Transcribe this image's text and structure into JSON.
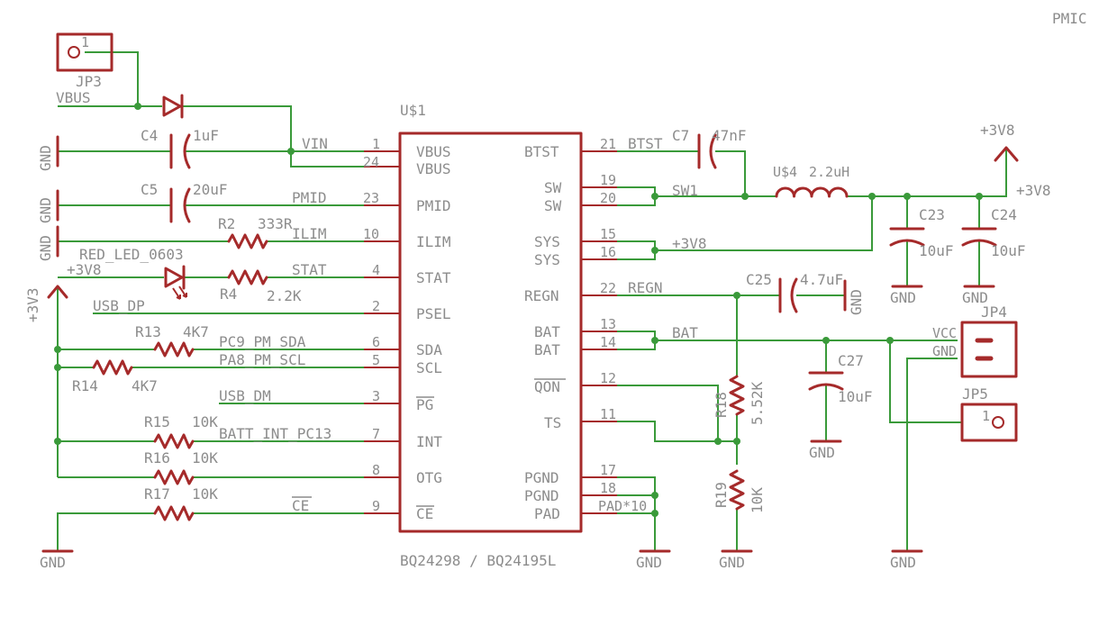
{
  "sheet_title": "PMIC",
  "ic": {
    "ref": "U$1",
    "part": "BQ24298 / BQ24195L",
    "left_pins": [
      {
        "num": "1",
        "name": "VBUS"
      },
      {
        "num": "24",
        "name": "VBUS"
      },
      {
        "num": "23",
        "name": "PMID"
      },
      {
        "num": "10",
        "name": "ILIM"
      },
      {
        "num": "4",
        "name": "STAT"
      },
      {
        "num": "2",
        "name": "PSEL"
      },
      {
        "num": "6",
        "name": "SDA"
      },
      {
        "num": "5",
        "name": "SCL"
      },
      {
        "num": "3",
        "name": "PG"
      },
      {
        "num": "7",
        "name": "INT"
      },
      {
        "num": "8",
        "name": "OTG"
      },
      {
        "num": "9",
        "name": "CE"
      }
    ],
    "right_pins": [
      {
        "num": "21",
        "name": "BTST"
      },
      {
        "num": "19",
        "name": "SW"
      },
      {
        "num": "20",
        "name": "SW"
      },
      {
        "num": "15",
        "name": "SYS"
      },
      {
        "num": "16",
        "name": "SYS"
      },
      {
        "num": "22",
        "name": "REGN"
      },
      {
        "num": "13",
        "name": "BAT"
      },
      {
        "num": "14",
        "name": "BAT"
      },
      {
        "num": "12",
        "name": "QON"
      },
      {
        "num": "11",
        "name": "TS"
      },
      {
        "num": "17",
        "name": "PGND"
      },
      {
        "num": "18",
        "name": "PGND"
      },
      {
        "num": "",
        "name": "PAD"
      }
    ]
  },
  "connectors": {
    "jp3": {
      "ref": "JP3",
      "pin": "1"
    },
    "jp4": {
      "ref": "JP4",
      "pin_vcc": "VCC",
      "pin_gnd": "GND"
    },
    "jp5": {
      "ref": "JP5",
      "pin": "1"
    }
  },
  "parts": {
    "c4": {
      "ref": "C4",
      "value": "1uF"
    },
    "c5": {
      "ref": "C5",
      "value": "20uF"
    },
    "r2": {
      "ref": "R2",
      "value": "333R"
    },
    "led": {
      "ref": "RED_LED_0603"
    },
    "r4": {
      "ref": "R4",
      "value": "2.2K"
    },
    "r13": {
      "ref": "R13",
      "value": "4K7"
    },
    "r14": {
      "ref": "R14",
      "value": "4K7"
    },
    "r15": {
      "ref": "R15",
      "value": "10K"
    },
    "r16": {
      "ref": "R16",
      "value": "10K"
    },
    "r17": {
      "ref": "R17",
      "value": "10K"
    },
    "c7": {
      "ref": "C7",
      "value": "47nF"
    },
    "l4": {
      "ref": "U$4",
      "value": "2.2uH"
    },
    "c23": {
      "ref": "C23",
      "value": "10uF"
    },
    "c24": {
      "ref": "C24",
      "value": "10uF"
    },
    "c25": {
      "ref": "C25",
      "value": "4.7uF"
    },
    "c27": {
      "ref": "C27",
      "value": "10uF"
    },
    "r18": {
      "ref": "R18",
      "value": "5.52K"
    },
    "r19": {
      "ref": "R19",
      "value": "10K"
    }
  },
  "nets": {
    "vbus": "VBUS",
    "vin": "VIN",
    "pmid": "PMID",
    "ilim": "ILIM",
    "stat": "STAT",
    "v3v8": "+3V8",
    "v3v3": "+3V3",
    "usb_dp": "USB_DP",
    "sda": "PC9_PM_SDA",
    "scl": "PA8_PM_SCL",
    "usb_dm": "USB_DM",
    "int": "BATT_INT_PC13",
    "ce": "CE",
    "btst": "BTST",
    "sw1": "SW1",
    "regn": "REGN",
    "bat": "BAT",
    "pad": "PAD*10",
    "gnd": "GND"
  }
}
